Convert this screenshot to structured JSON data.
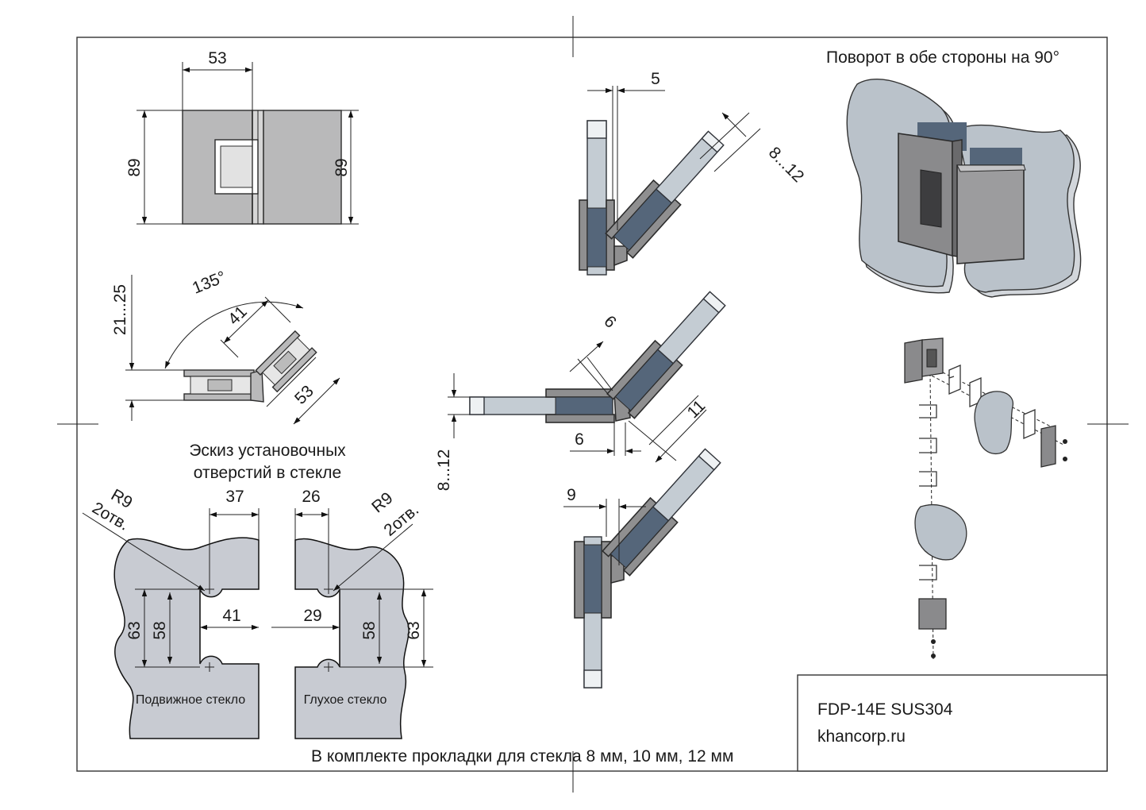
{
  "labels": {
    "rotation": "Поворот в обе стороны на 90°",
    "sketch_line1": "Эскиз установочных",
    "sketch_line2": "отверстий в стекле",
    "moving_glass": "Подвижное стекло",
    "fixed_glass": "Глухое стекло",
    "kit_note": "В комплекте прокладки для стекла 8 мм, 10 мм, 12 мм",
    "model": "FDP-14E SUS304",
    "site": "khancorp.ru"
  },
  "dimensions": {
    "top_width": "53",
    "height_left": "89",
    "height_right": "89",
    "angle": "135°",
    "thickness": "21...25",
    "wing_41": "41",
    "wing_53": "53",
    "gap_5": "5",
    "glass_8_12_a": "8...12",
    "gap_6_a": "6",
    "gap_11": "11",
    "gap_6_b": "6",
    "glass_8_12_b": "8...12",
    "gap_9": "9",
    "hole_37": "37",
    "hole_26": "26",
    "radius_left": "R9",
    "holes_left": "2отв.",
    "radius_right": "R9",
    "holes_right": "2отв.",
    "cut_41": "41",
    "cut_29": "29",
    "h63_left": "63",
    "h58_left": "58",
    "h58_right": "58",
    "h63_right": "63"
  },
  "colors": {
    "metal": "#8f8f90",
    "glass": "#c4ccd3",
    "pad": "#55667a",
    "sheet": "#c8cbd2"
  }
}
